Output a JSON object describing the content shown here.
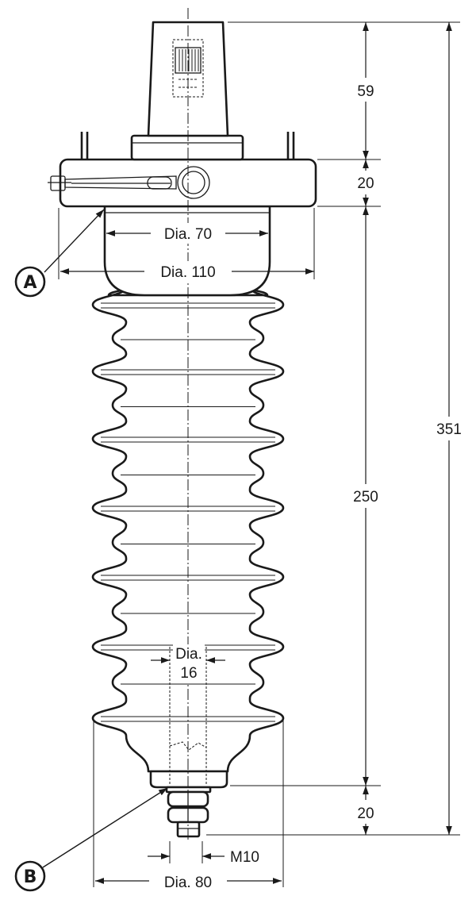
{
  "dimensions": {
    "top_height": "59",
    "flange_height": "20",
    "body_height": "250",
    "overall_height": "351",
    "terminal_height": "20",
    "dia_70": "Dia. 70",
    "dia_110": "Dia. 110",
    "dia_16_line1": "Dia.",
    "dia_16_line2": "16",
    "thread": "M10",
    "dia_80": "Dia. 80"
  },
  "callouts": {
    "a": "A",
    "b": "B"
  },
  "colors": {
    "line": "#1a1a1a",
    "fill": "#ffffff"
  }
}
